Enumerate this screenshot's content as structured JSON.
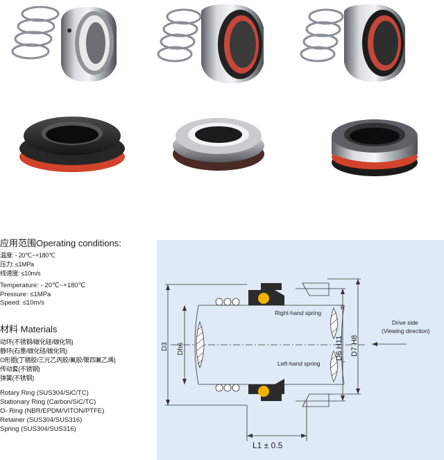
{
  "operating": {
    "title": "应用范围Operating conditions:",
    "cn_lines": [
      "温度: - 20℃~+180℃",
      "压力: ≤1MPa",
      "线速度: ≤10m/s"
    ],
    "en_lines": [
      "Temperature: - 20℃~+180℃",
      "Pressure:  ≤1MPa",
      "Speed:  ≤10m/s"
    ]
  },
  "materials": {
    "title": "材料 Materials",
    "cn_lines": [
      "动环(不锈钢/碳化硅/碳化钨)",
      "静环(石墨/碳化硅/碳化钨)",
      "O形圈(丁腈胶/三元乙丙胶/氟胶/聚四氟乙烯)",
      "传动套(不锈钢)",
      "弹簧(不锈钢)"
    ],
    "en_lines": [
      "Rotary Ring (SUS304/SiC/TC)",
      "Stationary Ring (Carbon/SiC/TC)",
      "O- Ring (NBR/EPDM/VITON/PTFE)",
      "Retainer (SUS304/SUS316)",
      "Spring (SUS304/SUS316)"
    ]
  },
  "diagram": {
    "right_hand": "Right-hand spring",
    "left_hand": "Left-hand spring",
    "r": "R",
    "l": "L",
    "drive_side": "Drive side",
    "viewing": "(Viewing direction)",
    "d3": "D3",
    "dh6": "Dh6",
    "d6h11": "D6 H11",
    "d7h8": "D7 H8",
    "l1": "L1 ± 0.5"
  },
  "colors": {
    "panel": "#dfeaf6",
    "seal_orange": "#f2b203",
    "ring_red": "#d1432a"
  }
}
